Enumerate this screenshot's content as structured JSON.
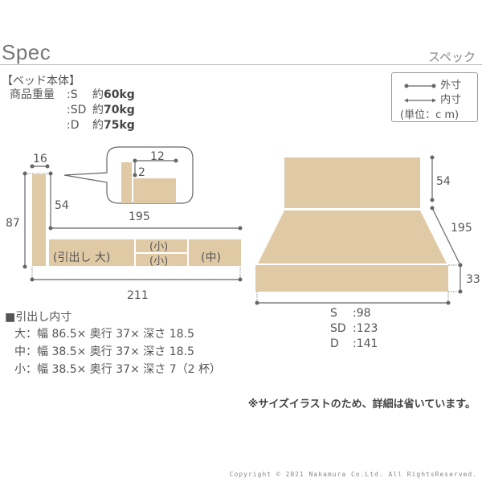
{
  "header": {
    "title": "Spec",
    "subtitle": "スペック"
  },
  "bed_body": {
    "heading": "【ベッド本体】",
    "weight_label": "商品重量",
    "weights": [
      {
        "size": ":S",
        "prefix": "約",
        "value": "60kg"
      },
      {
        "size": ":SD",
        "prefix": "約",
        "value": "70kg"
      },
      {
        "size": ":D",
        "prefix": "約",
        "value": "75kg"
      }
    ]
  },
  "legend": {
    "outer_label": "外寸",
    "inner_label": "内寸",
    "unit_label": "(単位：c m)"
  },
  "side_view": {
    "headboard_width": "16",
    "total_height": "87",
    "headboard_height": "54",
    "inner_length": "195",
    "total_length": "211",
    "detail_width": "12",
    "detail_height": "2",
    "drawers": {
      "large": "(引出し 大)",
      "small_top": "(小)",
      "small_bottom": "(小)",
      "medium": "(中)"
    }
  },
  "perspective_view": {
    "headboard_height": "54",
    "length": "195",
    "frame_height": "33",
    "widths": [
      {
        "size": "S",
        "value": ":98"
      },
      {
        "size": "SD",
        "value": ":123"
      },
      {
        "size": "D",
        "value": ":141"
      }
    ]
  },
  "drawer_inner": {
    "heading": "■引出し内寸",
    "rows": [
      "大：幅 86.5× 奥行 37× 深さ 18.5",
      "中：幅 38.5× 奥行 37× 深さ 18.5",
      "小：幅 38.5× 奥行 37× 深さ 7（2 杯）"
    ]
  },
  "note": "※サイズイラストのため、詳細は省いています。",
  "copyright": "Copyright © 2021 Nakamura Co.Ltd. All RightsReserved.",
  "colors": {
    "wood": "#e0caa6",
    "dimension_line": "#666666",
    "text": "#555555"
  }
}
